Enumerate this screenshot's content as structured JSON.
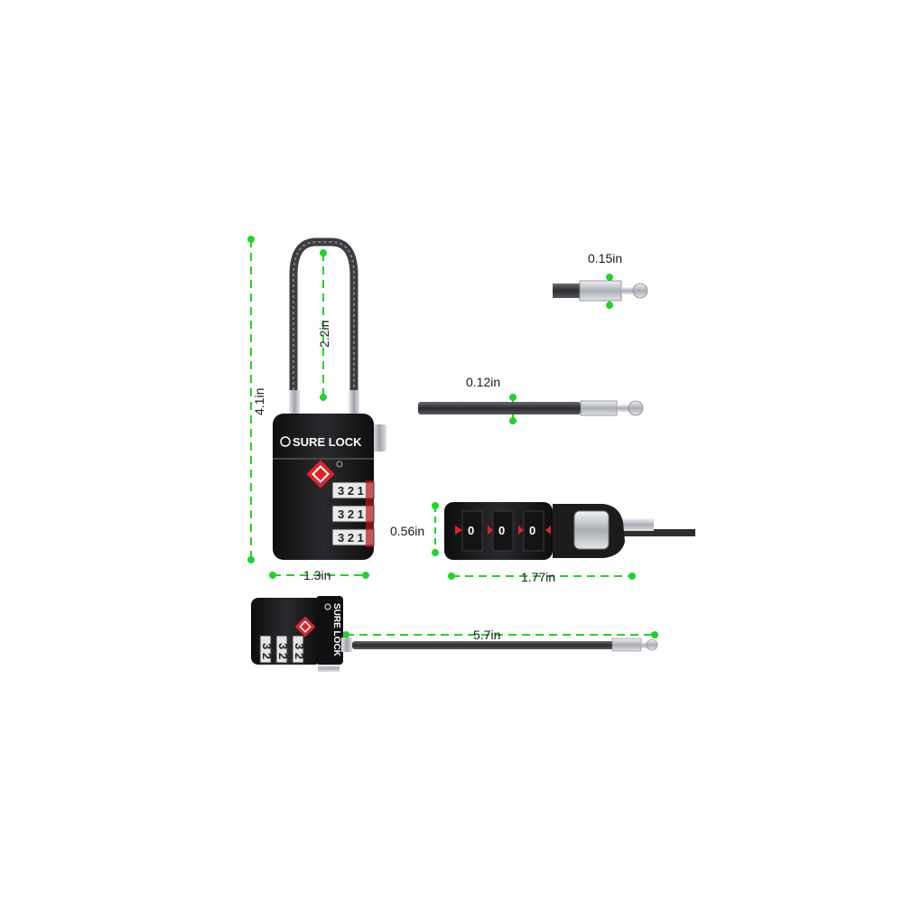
{
  "brand": "SURE LOCK",
  "dials_front": [
    "3 2 1",
    "3 2 1",
    "3 2 1"
  ],
  "dial_set_bottom": [
    "0",
    "0",
    "0"
  ],
  "dials_side": [
    "3 2",
    "3 2",
    "3 2"
  ],
  "dimensions": {
    "overall_height": "4.1in",
    "cable_height": "2.2in",
    "body_width": "1.3in",
    "cable_tip": "0.15in",
    "cable_thickness": "0.12in",
    "body_depth": "0.56in",
    "body_length": "1.77in",
    "cable_length": "5.7in"
  },
  "colors": {
    "dimension_line": "#22d12e",
    "lock_body": "#1b1b1d",
    "tsa_red": "#d8262c",
    "cable": "#3a3c40",
    "chrome": "#c9ccd0"
  }
}
